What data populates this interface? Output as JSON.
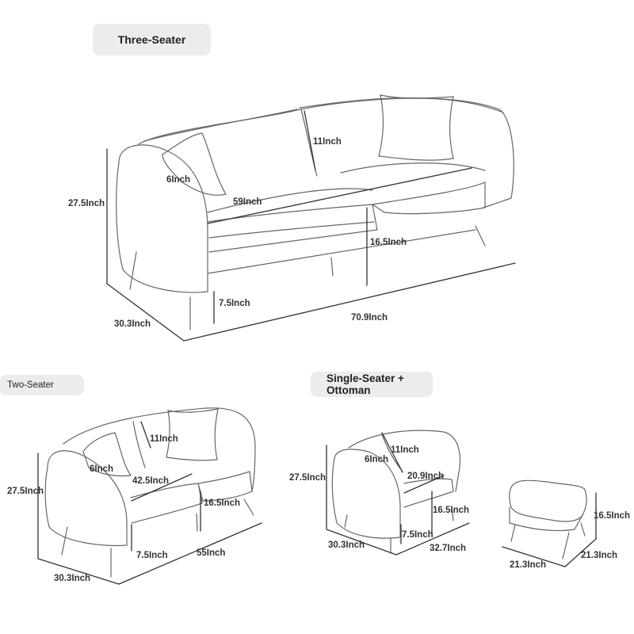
{
  "headings": {
    "three_seater": "Three-Seater",
    "two_seater": "Two-Seater",
    "single_seater_line1": "Single-Seater +",
    "single_seater_line2": "Ottoman"
  },
  "three_seater": {
    "height": "27.5Inch",
    "depth": "30.3Inch",
    "width": "70.9Inch",
    "back_height": "11Inch",
    "arm_width": "6Inch",
    "seat_width": "59Inch",
    "seat_height": "16.5Inch",
    "leg_height": "7.5Inch"
  },
  "two_seater": {
    "height": "27.5Inch",
    "depth": "30.3Inch",
    "width": "55Inch",
    "back_height": "11Inch",
    "arm_width": "6Inch",
    "seat_width": "42.5Inch",
    "seat_height": "16.5Inch",
    "leg_height": "7.5Inch"
  },
  "single_seater": {
    "height": "27.5Inch",
    "depth": "30.3Inch",
    "width": "32.7Inch",
    "back_height": "11Inch",
    "arm_width": "6Inch",
    "seat_width": "20.9Inch",
    "seat_height": "16.5Inch",
    "leg_height": "7.5Inch"
  },
  "ottoman": {
    "height": "16.5Inch",
    "width": "21.3Inch",
    "depth": "21.3Inch"
  },
  "colors": {
    "line": "#555555",
    "dim": "#333333",
    "heading_bg": "#ececec"
  }
}
